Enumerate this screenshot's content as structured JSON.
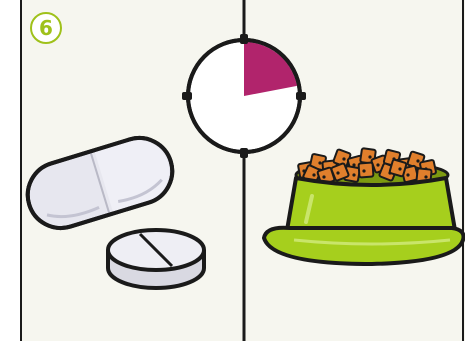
{
  "step": {
    "number": "6",
    "color": "#9fc11a"
  },
  "illustration": {
    "background": "#f6f6ef",
    "divider_color": "#1a1a1a",
    "clock": {
      "icon": "clock-icon",
      "elapsed_fraction": 0.22,
      "elapsed_color": "#b1246c"
    },
    "left_scene": {
      "icon": "pills-icon",
      "items": [
        "capsule",
        "round-tablet"
      ]
    },
    "right_scene": {
      "icon": "food-bowl-icon",
      "bowl_color": "#a6cf1d",
      "kibble_color": "#e07f2c"
    }
  }
}
